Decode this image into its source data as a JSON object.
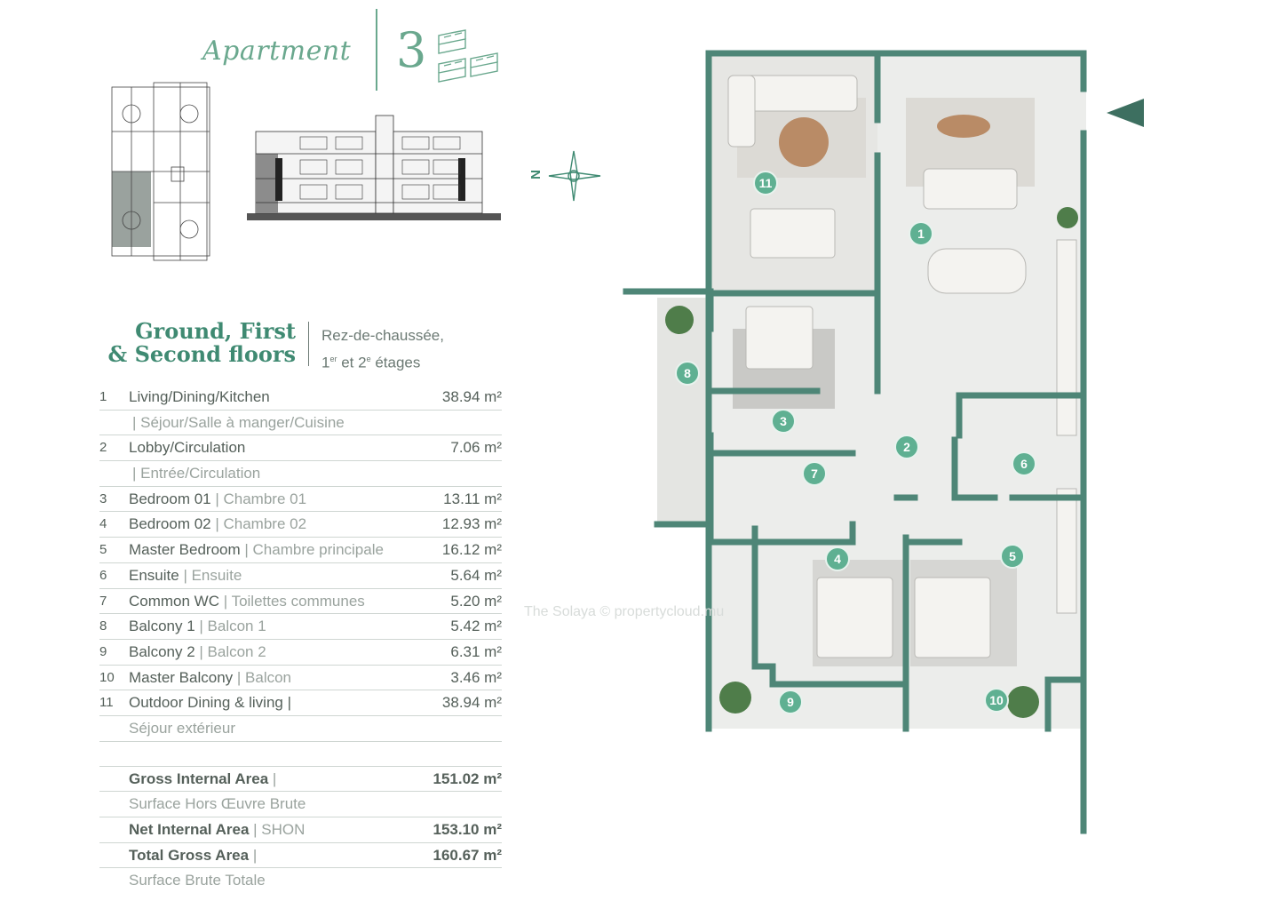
{
  "header": {
    "title": "Apartment",
    "number": "3"
  },
  "floors": {
    "title_line1": "Ground, First",
    "title_line2": "& Second floors",
    "fr_line1": "Rez-de-chaussée,",
    "fr_line2_a": "1",
    "fr_line2_sup1": "er",
    "fr_line2_b": " et 2",
    "fr_line2_sup2": "e",
    "fr_line2_c": " étages"
  },
  "rooms": [
    {
      "num": "1",
      "en": "Living/Dining/Kitchen",
      "fr": "",
      "area": "38.94 m²",
      "cont": "| Séjour/Salle à manger/Cuisine"
    },
    {
      "num": "2",
      "en": "Lobby/Circulation",
      "fr": "",
      "area": "7.06 m²",
      "cont": "| Entrée/Circulation"
    },
    {
      "num": "3",
      "en": "Bedroom 01 ",
      "fr": "| Chambre 01",
      "area": "13.11 m²"
    },
    {
      "num": "4",
      "en": "Bedroom 02 ",
      "fr": "| Chambre 02",
      "area": "12.93 m²"
    },
    {
      "num": "5",
      "en": "Master Bedroom ",
      "fr": "| Chambre principale",
      "area": "16.12 m²"
    },
    {
      "num": "6",
      "en": "Ensuite ",
      "fr": "| Ensuite",
      "area": "5.64 m²"
    },
    {
      "num": "7",
      "en": "Common WC ",
      "fr": "| Toilettes communes",
      "area": "5.20 m²"
    },
    {
      "num": "8",
      "en": "Balcony 1 ",
      "fr": "| Balcon 1",
      "area": "5.42 m²"
    },
    {
      "num": "9",
      "en": "Balcony 2 ",
      "fr": "| Balcon 2",
      "area": "6.31 m²"
    },
    {
      "num": "10",
      "en": "Master Balcony ",
      "fr": "| Balcon",
      "area": "3.46 m²"
    },
    {
      "num": "11",
      "en": "Outdoor Dining & living |",
      "fr": "",
      "area": "38.94 m²",
      "cont": "Séjour extérieur"
    }
  ],
  "totals": [
    {
      "en": "Gross Internal Area ",
      "fr": "|",
      "area": "151.02 m²",
      "cont": "Surface Hors Œuvre Brute"
    },
    {
      "en": "Net Internal Area ",
      "fr": "| SHON",
      "area": "153.10 m²"
    },
    {
      "en": "Total Gross Area ",
      "fr": "|",
      "area": "160.67 m²",
      "cont": "Surface Brute Totale"
    }
  ],
  "compass_label": "N",
  "watermark": "The Solaya © propertycloud.mu",
  "badges": [
    "1",
    "2",
    "3",
    "4",
    "5",
    "6",
    "7",
    "8",
    "9",
    "10",
    "11"
  ],
  "colors": {
    "accent": "#3f8a72",
    "wall": "#4e8677",
    "badge": "#5fb092"
  },
  "icons": [
    "bed-icon",
    "compass-icon",
    "entry-arrow-icon"
  ]
}
